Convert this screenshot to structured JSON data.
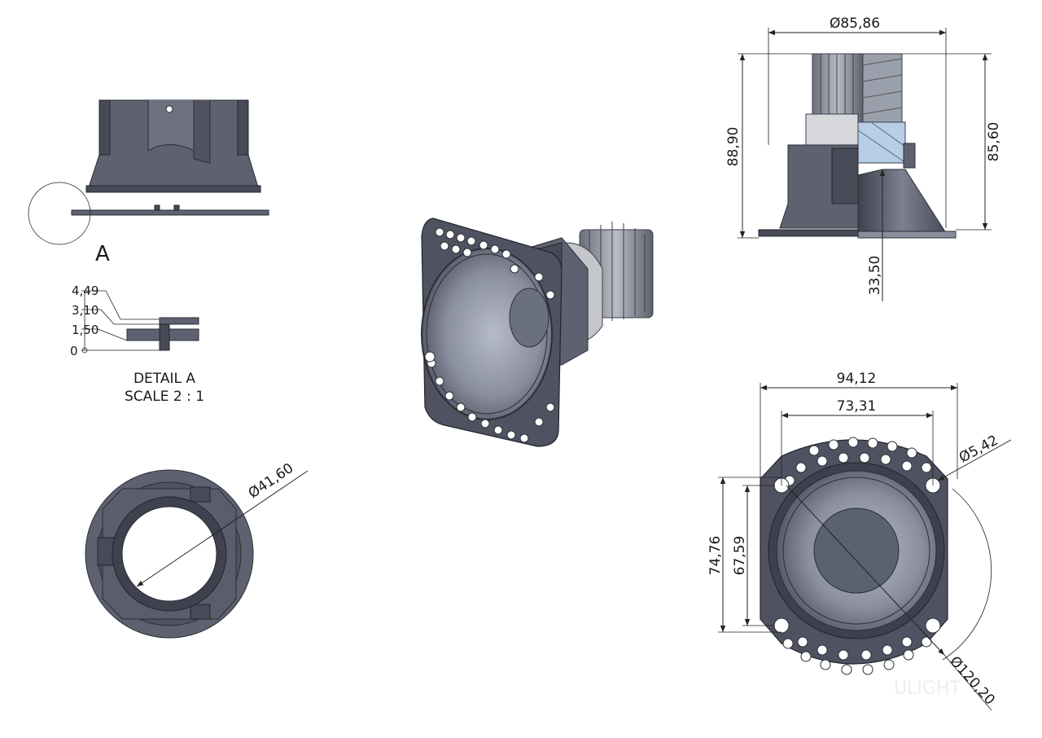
{
  "detail": {
    "marker": "A",
    "title": "DETAIL A",
    "scale": "SCALE 2 : 1",
    "levels": [
      "4,49",
      "3,10",
      "1,50",
      "0"
    ]
  },
  "dimensions": {
    "outer_diameter": "Ø85,86",
    "overall_height": "88,90",
    "body_height": "85,60",
    "depth": "33,50",
    "inner_diameter": "Ø41,60",
    "flange_width": "94,12",
    "hole_pitch_x": "73,31",
    "flange_height": "74,76",
    "hole_pitch_y": "67,59",
    "hole_diameter": "Ø5,42",
    "circle_diameter": "Ø120,20"
  },
  "watermark": "ULIGHT",
  "colors": {
    "metal": "#5d6170",
    "metal_dark": "#474a57",
    "metal_light": "#8a8e9c",
    "line": "#222222"
  }
}
